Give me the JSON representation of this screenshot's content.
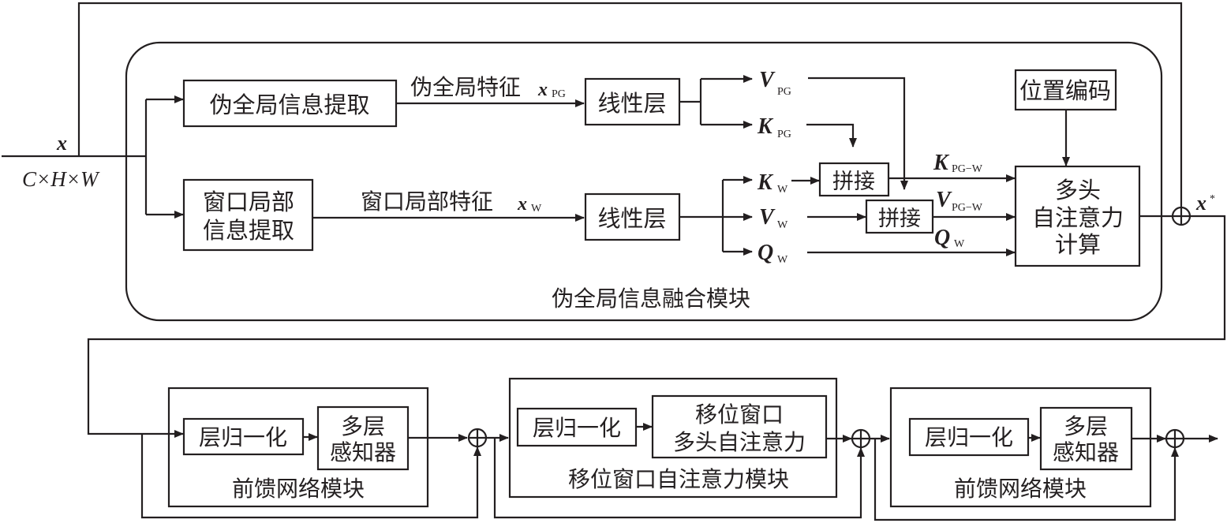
{
  "input": {
    "symbol": "x",
    "shape": "C×H×W"
  },
  "fusion_module": {
    "title": "伪全局信息融合模块",
    "pseudo_global_extract": "伪全局信息提取",
    "window_local_extract_line1": "窗口局部",
    "window_local_extract_line2": "信息提取",
    "pg_feature_label": "伪全局特征",
    "pg_feature_symbol": "x",
    "pg_feature_sub": "PG",
    "w_feature_label": "窗口局部特征",
    "w_feature_symbol": "x",
    "w_feature_sub": "W",
    "linear_top": "线性层",
    "linear_bottom": "线性层",
    "v_pg": {
      "sym": "V",
      "sub": "PG"
    },
    "k_pg": {
      "sym": "K",
      "sub": "PG"
    },
    "k_w": {
      "sym": "K",
      "sub": "W"
    },
    "v_w": {
      "sym": "V",
      "sub": "W"
    },
    "q_w": {
      "sym": "Q",
      "sub": "W"
    },
    "concat_k": "拼接",
    "concat_v": "拼接",
    "k_pg_w": {
      "sym": "K",
      "sub": "PG−W"
    },
    "v_pg_w": {
      "sym": "V",
      "sub": "PG−W"
    },
    "q_w_out": {
      "sym": "Q",
      "sub": "W"
    },
    "position_encoding": "位置编码",
    "mhsa_line1": "多头",
    "mhsa_line2": "自注意力",
    "mhsa_line3": "计算"
  },
  "output_symbol": {
    "sym": "x",
    "sup": "*"
  },
  "ffn_block_1": {
    "title": "前馈网络模块",
    "layernorm": "层归一化",
    "mlp_line1": "多层",
    "mlp_line2": "感知器"
  },
  "swin_block": {
    "title": "移位窗口自注意力模块",
    "layernorm": "层归一化",
    "attn_line1": "移位窗口",
    "attn_line2": "多头自注意力"
  },
  "ffn_block_2": {
    "title": "前馈网络模块",
    "layernorm": "层归一化",
    "mlp_line1": "多层",
    "mlp_line2": "感知器"
  },
  "icons": {
    "adder": "circle-plus-icon",
    "arrow": "arrowhead-icon"
  }
}
